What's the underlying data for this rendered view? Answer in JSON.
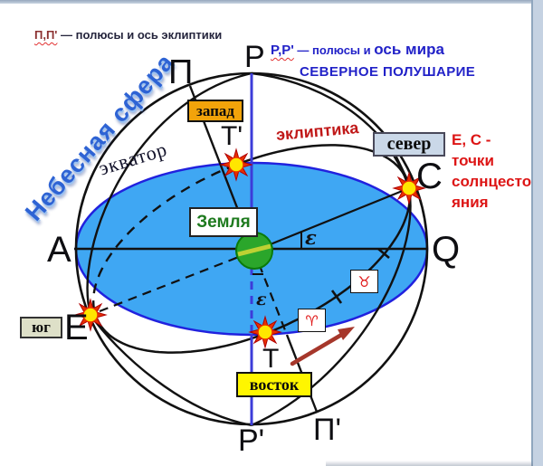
{
  "notes": {
    "left": {
      "term": "П,П'",
      "rest": " — полюсы и ось эклиптики"
    },
    "right": {
      "term": "P,P'",
      "mid": " — полюсы и ",
      "emph": "ось мира",
      "line2": "СЕВЕРНОЕ ПОЛУШАРИЕ"
    },
    "solstice": {
      "l1": "E, C -",
      "l2": "точки",
      "l3": "солнцесто",
      "l4": "яния"
    }
  },
  "wordart": "Небесная сфера",
  "curve_labels": {
    "equator": "экватор",
    "ecliptic": "эклиптика"
  },
  "boxes": {
    "west": "запад",
    "north": "север",
    "south": "юг",
    "east": "восток",
    "earth": "Земля"
  },
  "points": {
    "pi": "П",
    "p": "P",
    "t_prime": "T'",
    "c": "C",
    "a": "A",
    "q": "Q",
    "e": "E",
    "t": "T",
    "p_prime": "P'",
    "pi_prime": "П'"
  },
  "symbols": {
    "epsilon": "ε",
    "aries": "♈",
    "taurus": "♉"
  },
  "colors": {
    "equator_fill": "#3fa7f3",
    "equator_stroke": "#2121de",
    "axis_world": "#3c3cd9",
    "sphere_stroke": "#111111",
    "ecliptic_label": "#c01818",
    "solstice_text": "#dd1515",
    "arrow": "#a6372b",
    "earth_fill": "#2ba62b",
    "earth_band": "#bdd133",
    "sun_core": "#ffe600",
    "sun_ray": "#e83000",
    "wordart": "#2e63d4",
    "box_west": "#f2a30a",
    "box_north": "#cad8e8",
    "box_south": "#dee0c8",
    "box_east": "#fff600"
  }
}
